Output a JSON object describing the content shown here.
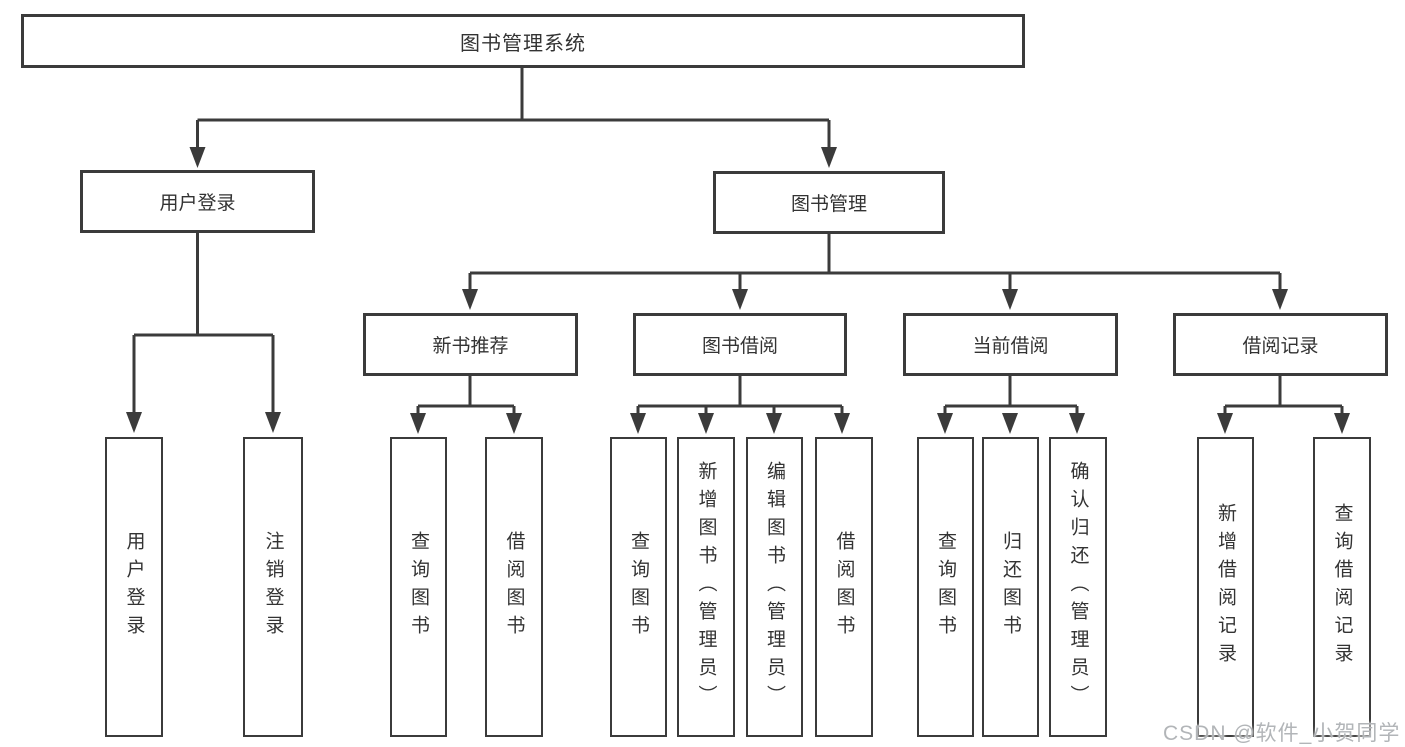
{
  "tree": {
    "root": {
      "label": "图书管理系统"
    },
    "branches": [
      {
        "label": "用户登录",
        "children": [
          {
            "label": "用户登录"
          },
          {
            "label": "注销登录"
          }
        ]
      },
      {
        "label": "图书管理",
        "children": [
          {
            "label": "新书推荐",
            "children": [
              {
                "label": "查询图书"
              },
              {
                "label": "借阅图书"
              }
            ]
          },
          {
            "label": "图书借阅",
            "children": [
              {
                "label": "查询图书"
              },
              {
                "label": "新增图书（管理员）"
              },
              {
                "label": "编辑图书（管理员）"
              },
              {
                "label": "借阅图书"
              }
            ]
          },
          {
            "label": "当前借阅",
            "children": [
              {
                "label": "查询图书"
              },
              {
                "label": "归还图书"
              },
              {
                "label": "确认归还（管理员）"
              }
            ]
          },
          {
            "label": "借阅记录",
            "children": [
              {
                "label": "新增借阅记录"
              },
              {
                "label": "查询借阅记录"
              }
            ]
          }
        ]
      }
    ]
  },
  "watermark": "CSDN @软件_小贺同学",
  "colors": {
    "line": "#3b3b3b",
    "box_border": "#3b3b3b",
    "text": "#333333",
    "watermark": "#b2b5b8",
    "background": "#ffffff"
  }
}
